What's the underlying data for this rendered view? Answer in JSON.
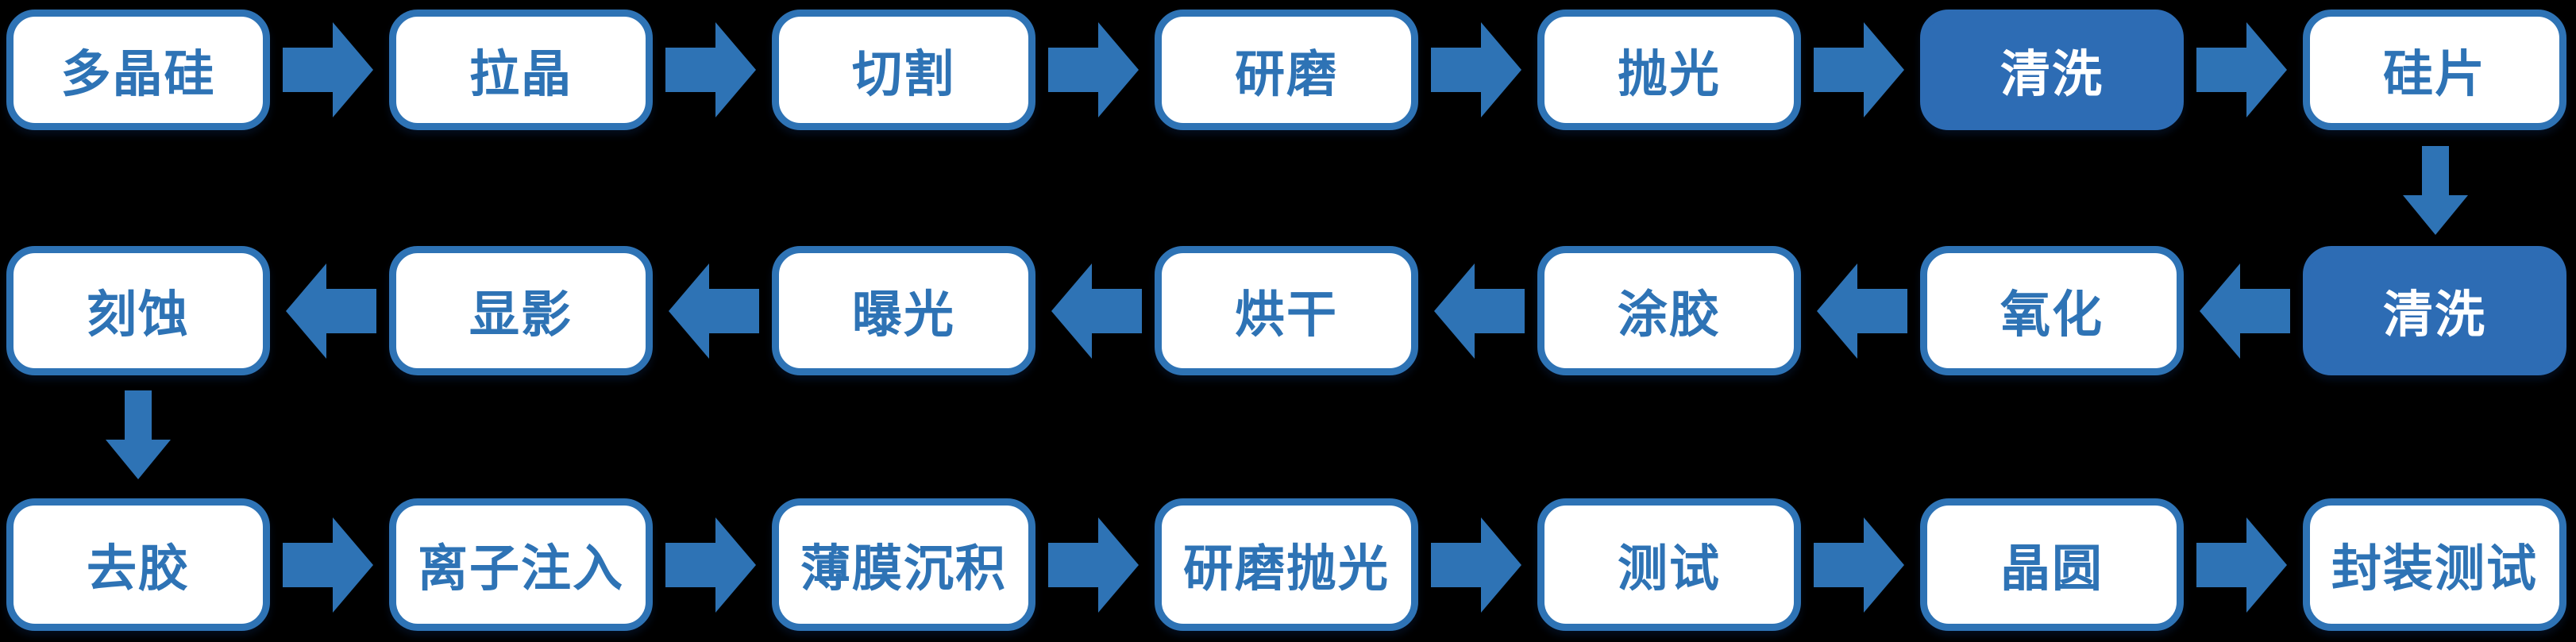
{
  "canvas": {
    "background": "#000000",
    "accent_color": "#2E73B5",
    "highlight_fill": "#2D6CB4",
    "node_fill": "#FFFFFF"
  },
  "flow": {
    "rows": [
      {
        "direction": "right",
        "nodes": [
          {
            "key": "polysilicon",
            "label": "多晶硅",
            "highlighted": false
          },
          {
            "key": "crystal-pulling",
            "label": "拉晶",
            "highlighted": false
          },
          {
            "key": "slicing",
            "label": "切割",
            "highlighted": false
          },
          {
            "key": "lapping",
            "label": "研磨",
            "highlighted": false
          },
          {
            "key": "polishing",
            "label": "抛光",
            "highlighted": false
          },
          {
            "key": "cleaning-1",
            "label": "清洗",
            "highlighted": true
          },
          {
            "key": "silicon-wafer",
            "label": "硅片",
            "highlighted": false
          }
        ]
      },
      {
        "direction": "left",
        "nodes": [
          {
            "key": "etching",
            "label": "刻蚀",
            "highlighted": false
          },
          {
            "key": "developing",
            "label": "显影",
            "highlighted": false
          },
          {
            "key": "exposure",
            "label": "曝光",
            "highlighted": false
          },
          {
            "key": "drying",
            "label": "烘干",
            "highlighted": false
          },
          {
            "key": "resist-coating",
            "label": "涂胶",
            "highlighted": false
          },
          {
            "key": "oxidation",
            "label": "氧化",
            "highlighted": false
          },
          {
            "key": "cleaning-2",
            "label": "清洗",
            "highlighted": true
          }
        ]
      },
      {
        "direction": "right",
        "nodes": [
          {
            "key": "resist-stripping",
            "label": "去胶",
            "highlighted": false
          },
          {
            "key": "ion-implantation",
            "label": "离子注入",
            "highlighted": false
          },
          {
            "key": "thin-film-deposition",
            "label": "薄膜沉积",
            "highlighted": false
          },
          {
            "key": "grinding-polishing",
            "label": "研磨抛光",
            "highlighted": false
          },
          {
            "key": "testing",
            "label": "测试",
            "highlighted": false
          },
          {
            "key": "wafer",
            "label": "晶圆",
            "highlighted": false
          },
          {
            "key": "packaging-testing",
            "label": "封装测试",
            "highlighted": false
          }
        ]
      }
    ],
    "vertical_connectors": [
      {
        "id": "connector-wafer-to-clean",
        "from": "硅片",
        "to": "清洗",
        "direction": "down"
      },
      {
        "id": "connector-etch-to-strip",
        "from": "刻蚀",
        "to": "去胶",
        "direction": "down"
      }
    ]
  }
}
